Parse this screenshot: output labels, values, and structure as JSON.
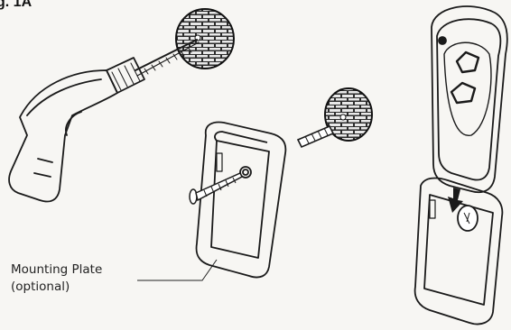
{
  "figure_label": "g. 1A",
  "callout": {
    "line1": "Mounting Plate",
    "line2": "(optional)"
  },
  "colors": {
    "ink": "#1a1a1a",
    "paper": "#f7f6f3",
    "brick_fill": "#2b2b2b",
    "mortar": "#e8e8e8"
  },
  "icons": [
    "drill-icon",
    "brick-wall-disc-icon",
    "wall-plug-icon",
    "screw-icon",
    "mounting-plate-icon",
    "remote-control-icon",
    "insert-arrow-icon"
  ]
}
